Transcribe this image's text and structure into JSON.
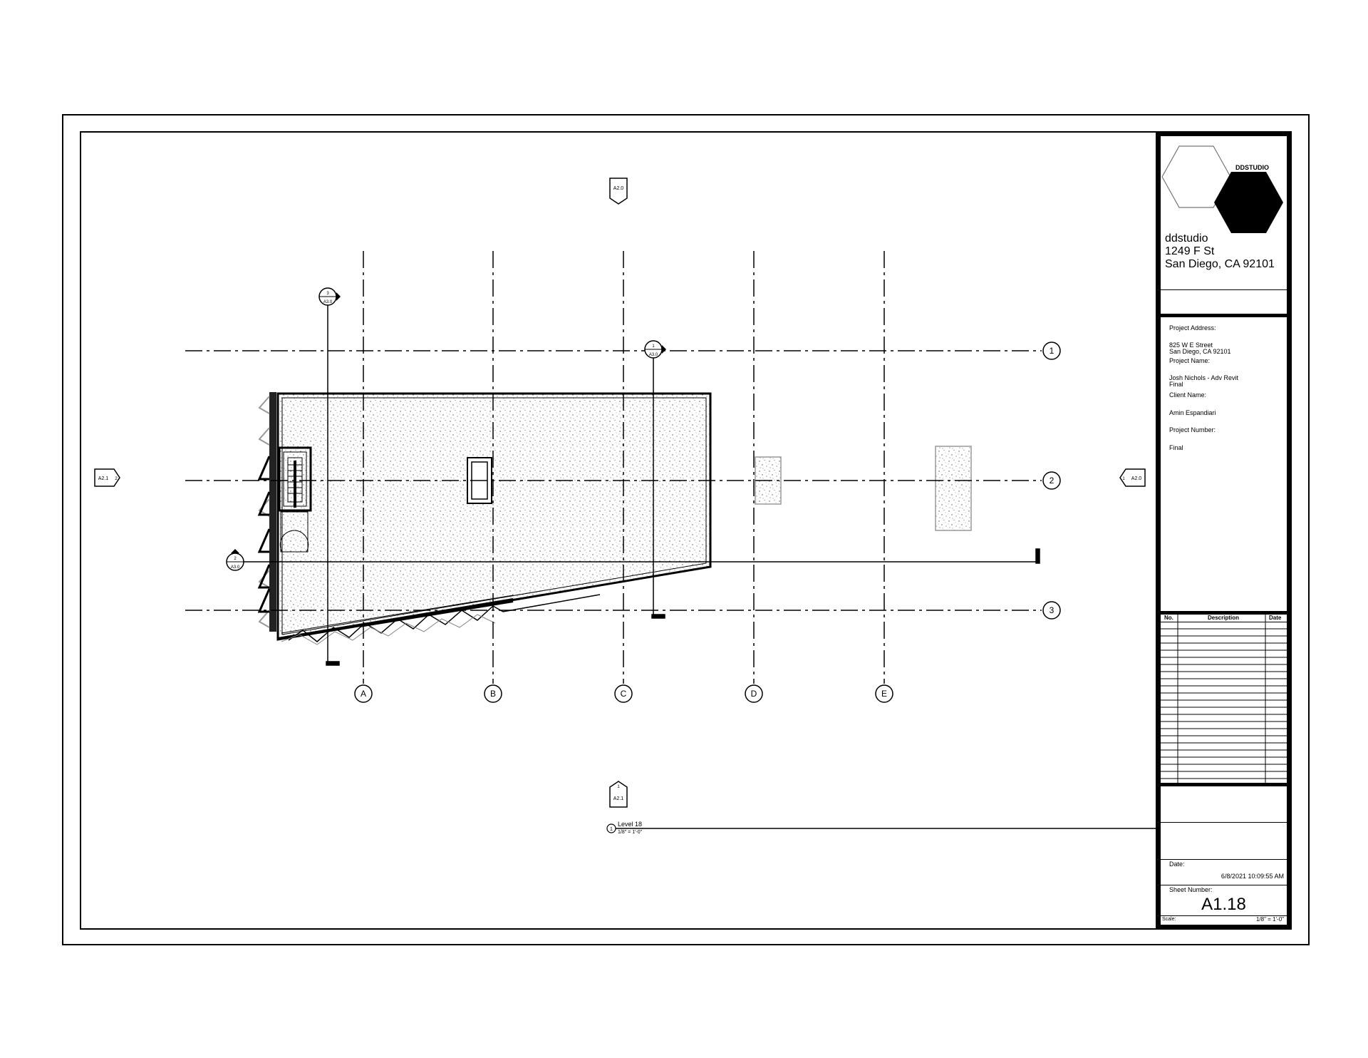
{
  "firm": {
    "logo_text": "DDSTUDIO",
    "name": "ddstudio",
    "address_line1": "1249 F St",
    "address_line2": "San Diego, CA 92101"
  },
  "project": {
    "address_label": "Project Address:",
    "address_line1": "825 W E Street",
    "address_line2": "San Diego, CA 92101",
    "name_label": "Project Name:",
    "name_line1": "Josh Nichols - Adv Revit",
    "name_line2": "Final",
    "client_label": "Client Name:",
    "client_value": "Amin Espandiari",
    "number_label": "Project Number:",
    "number_value": "Final"
  },
  "revisions": {
    "col_no": "No.",
    "col_description": "Description",
    "col_date": "Date"
  },
  "sheet": {
    "date_label": "Date:",
    "date_value": "6/8/2021 10:09:55 AM",
    "number_label": "Sheet Number:",
    "number_value": "A1.18",
    "scale_label": "Scale:",
    "scale_value": "1/8\" = 1'-0\""
  },
  "view": {
    "number": "1",
    "title": "Level 18",
    "scale": "1/8\" = 1'-0\""
  },
  "grid": {
    "columns": [
      "A",
      "B",
      "C",
      "D",
      "E"
    ],
    "rows": [
      "1",
      "2",
      "3"
    ]
  },
  "elevation_markers": {
    "top": "A2.0",
    "bottom_num": "1",
    "bottom_sheet": "A2.1",
    "left_sheet": "A2.1",
    "left_num": "2",
    "right_sheet": "A2.0",
    "right_num": "1"
  },
  "section_markers": {
    "s1_num": "3",
    "s1_sheet": "A3.0",
    "s2_num": "1",
    "s2_sheet": "A3.0",
    "s3_num": "2",
    "s3_sheet": "A3.0"
  }
}
